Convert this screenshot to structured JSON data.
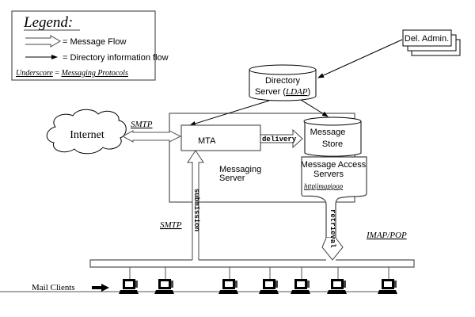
{
  "legend": {
    "title": "Legend:",
    "message_flow": "= Message Flow",
    "directory_flow": "= Directory information flow",
    "underscore_word": "Underscore",
    "underscore_eq": " = ",
    "underscore_meaning": "Messaging Protocols"
  },
  "nodes": {
    "del_admin": "Del. Admin.",
    "directory_line1": "Directory",
    "directory_line2_prefix": "Server (",
    "directory_ldap": "LDAP",
    "directory_line2_suffix": ")",
    "internet": "Internet",
    "mta": "MTA",
    "messaging_server_line1": "Messaging",
    "messaging_server_line2": "Server",
    "message_store_line1": "Message",
    "message_store_line2": "Store",
    "access_line1": "Message Access",
    "access_line2": "Servers",
    "proto_http": "http",
    "proto_imap": "imap",
    "proto_pop": "pop",
    "proto_sep": "|",
    "mail_clients": "Mail Clients"
  },
  "flows": {
    "smtp_internet": "SMTP",
    "delivery": "delivery",
    "submission": "submission",
    "smtp_clients": "SMTP",
    "retrieval": "retrieval",
    "imap_pop": "IMAP/POP"
  },
  "clients": {
    "count": 7
  }
}
